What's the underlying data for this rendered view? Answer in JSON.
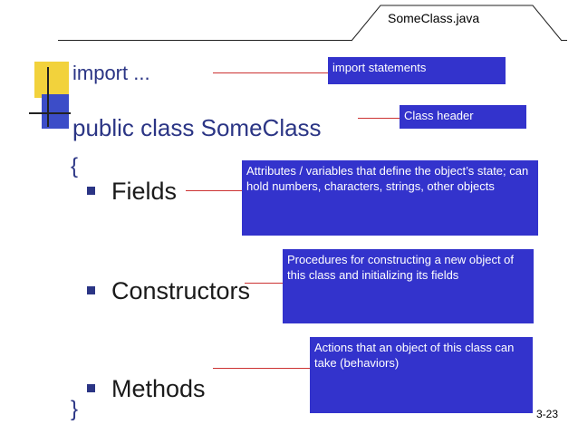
{
  "tab": {
    "label": "SomeClass.java"
  },
  "code": {
    "import_line": "import ...",
    "class_line": "public class SomeClass",
    "brace_open": "{",
    "brace_close": "}"
  },
  "bullets": {
    "fields": "Fields",
    "constructors": "Constructors",
    "methods": "Methods"
  },
  "notes": {
    "import": "import statements",
    "header": "Class header",
    "fields": "Attributes / variables that define the object’s state; can hold numbers, characters, strings, other objects",
    "constructors": "Procedures for constructing a new object of this class and initializing its fields",
    "methods": "Actions that an object of this class can take (behaviors)"
  },
  "slide_number": "3-23",
  "colors": {
    "note_bg": "#3333cc",
    "code_text": "#2b3585",
    "connector": "#cc3333",
    "deco_yellow": "#f2d23c",
    "deco_blue": "#3c4dc8"
  }
}
